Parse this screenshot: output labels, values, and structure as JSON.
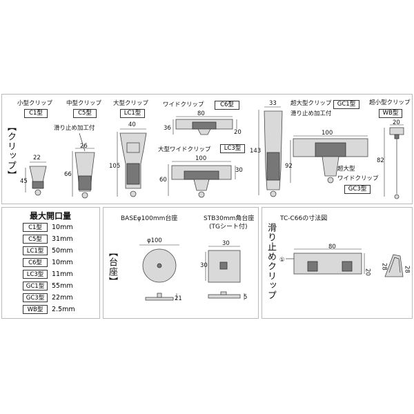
{
  "clip_section": {
    "label": "【クリップ】",
    "items": {
      "small_clip": {
        "name": "小型クリップ",
        "model": "C1型",
        "dim_width": "22",
        "dim_height": "45"
      },
      "medium_clip": {
        "name": "中型クリップ",
        "model": "C5型",
        "dim_width": "26",
        "dim_height": "66"
      },
      "large_clip": {
        "name": "大型クリップ",
        "model": "LC1型",
        "dim_width": "40",
        "dim_height": "105"
      },
      "nonslip_note": "滑り止め加工付",
      "wide_clip": {
        "name": "ワイドクリップ",
        "model": "C6型",
        "dim_width": "80",
        "dim_height": "36",
        "dim_depth": "20"
      },
      "large_wide_clip": {
        "name": "大型ワイドクリップ",
        "model": "LC3型",
        "dim_width": "100",
        "dim_height": "60",
        "dim_depth": "30"
      },
      "xl_clip": {
        "name": "超大型クリップ",
        "model": "GC1型",
        "dim_width": "33",
        "dim_height": "143",
        "note": "滑り止め加工付"
      },
      "xl_wide_clip": {
        "name_line1": "超大型",
        "name_line2": "ワイドクリップ",
        "model": "GC3型",
        "dim_width": "100",
        "dim_height": "92"
      },
      "tiny_clip": {
        "name": "超小型クリップ",
        "model": "WB型",
        "dim_width": "20",
        "dim_height": "82"
      }
    }
  },
  "opening_section": {
    "title": "最大開口量",
    "rows": [
      {
        "model": "C1型",
        "value": "10mm"
      },
      {
        "model": "C5型",
        "value": "31mm"
      },
      {
        "model": "LC1型",
        "value": "50mm"
      },
      {
        "model": "C6型",
        "value": "10mm"
      },
      {
        "model": "LC3型",
        "value": "11mm"
      },
      {
        "model": "GC1型",
        "value": "55mm"
      },
      {
        "model": "GC3型",
        "value": "22mm"
      },
      {
        "model": "WB型",
        "value": "2.5mm"
      }
    ]
  },
  "base_section": {
    "label": "【台座】",
    "round_base": {
      "title": "BASEφ100mm台座",
      "dim_diameter": "φ100",
      "dim_height": "21"
    },
    "square_base": {
      "title_line1": "STB30mm角台座",
      "title_line2": "(TGシート付)",
      "dim_width": "30",
      "dim_height": "30",
      "dim_thickness": "5"
    }
  },
  "nonslip_section": {
    "label": "滑り止めクリップ",
    "title": "TC-C66の寸法図",
    "marker": "①",
    "dim_width": "80",
    "dim_height": "20",
    "side_dim_1": "28",
    "side_dim_2": "28"
  }
}
